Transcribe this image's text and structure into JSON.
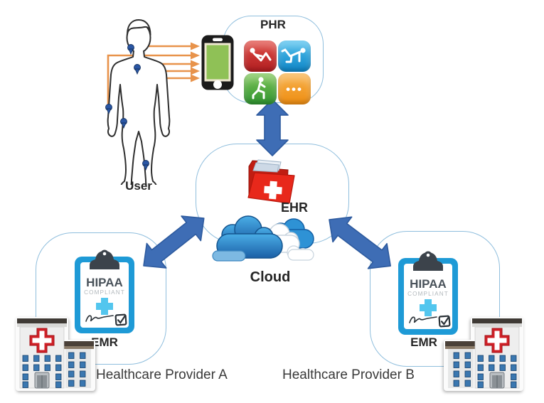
{
  "user": {
    "label": "User"
  },
  "phr": {
    "label": "PHR",
    "more_dots": "•••"
  },
  "ehr": {
    "label": "EHR"
  },
  "cloud": {
    "label": "Cloud"
  },
  "clipboard": {
    "title": "HIPAA",
    "subtitle": "COMPLIANT"
  },
  "providers": [
    {
      "emr_label": "EMR",
      "caption": "Healthcare Provider A"
    },
    {
      "emr_label": "EMR",
      "caption": "Healthcare Provider B"
    }
  ],
  "icons": {
    "user-figure": "outline-person",
    "body-sensor": "blue-sensor-pin",
    "sensor-links": "orange-arrow-lines",
    "smartphone": "black-phone-green-screen",
    "phr-tile-situp": "white-situp-exercise-figure",
    "phr-tile-kick": "white-kneeling-kick-exercise-figure",
    "phr-tile-lunge": "white-lunge-exercise-figure",
    "phr-tile-more": "ellipsis-dots",
    "ehr-folder": "red-folder-white-cross",
    "cloud": "blue-cloud-cluster",
    "sync-arrow": "blue-double-headed-arrow",
    "hipaa-clipboard": "blue-clipboard-signature-checkbox",
    "hospital": "hospital-building-red-cross"
  },
  "colors": {
    "arrow_blue": "#3e6db5",
    "box_border": "#8fbedd",
    "sensor_line_orange": "#e8934b",
    "sensor_pin_blue": "#2a56a4",
    "folder_red": "#e3281b",
    "clipboard_blue": "#1e9ad6",
    "clipboard_cross": "#53c6ee",
    "tile_red": "#c9252c",
    "tile_blue": "#1b9cd8",
    "tile_green": "#47a63c",
    "tile_orange": "#f19a1e",
    "hospital_cross_red": "#cf2027",
    "phone_screen_green": "#8fc156",
    "cloud_blue": "#2e92d5"
  }
}
